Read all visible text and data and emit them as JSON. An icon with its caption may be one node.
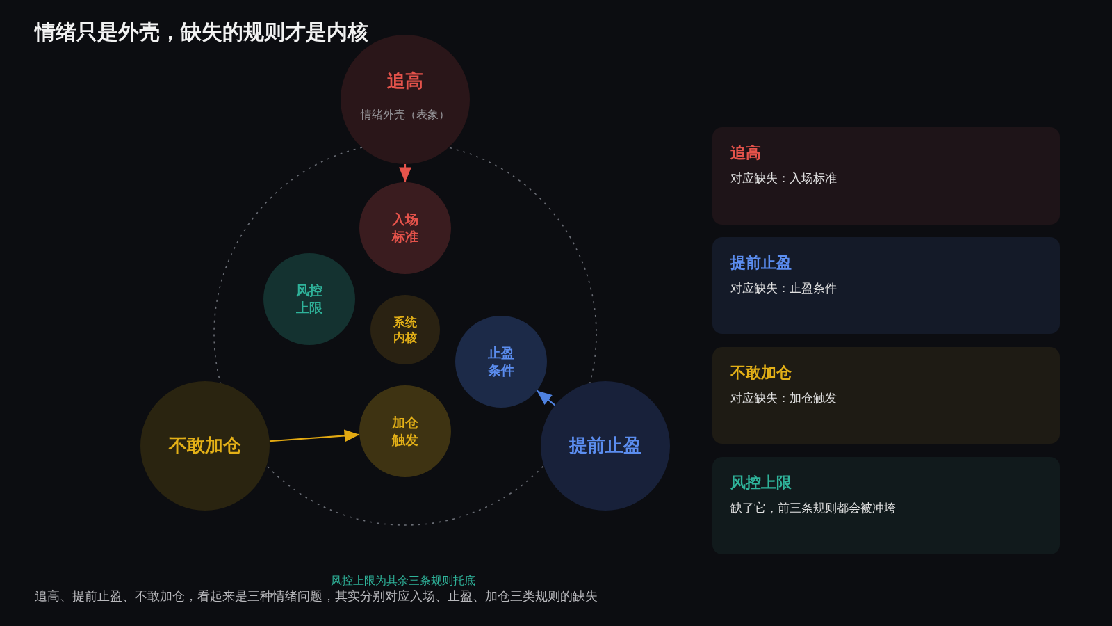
{
  "diagram": {
    "title": "情绪只是外壳，缺失的规则才是内核",
    "caption": "追高、提前止盈、不敢加仓，看起来是三种情绪问题，其实分别对应入场、止盈、加仓三类规则的缺失",
    "nodes": [
      {
        "text": [
          "追高",
          "情绪外壳（表象）"
        ]
      },
      {
        "text": [
          "入场标准"
        ]
      },
      {
        "text": [
          "风控上限"
        ]
      },
      {
        "text": [
          "系统内核"
        ]
      },
      {
        "text": [
          "止盈条件"
        ]
      },
      {
        "text": [
          "加仓触发"
        ]
      },
      {
        "text": [
          "不敢加仓"
        ]
      },
      {
        "text": [
          "提前止盈"
        ]
      },
      {
        "text": [
          "追高",
          "对应缺失：入场标准"
        ]
      },
      {
        "text": [
          "提前止盈",
          "对应缺失：止盈条件"
        ]
      },
      {
        "text": [
          "不敢加仓",
          "对应缺失：加仓触发"
        ]
      },
      {
        "text": [
          "风控上限",
          "缺了它，前三条规则都会被冲垮"
        ]
      }
    ],
    "edges": [
      {
        "from": 0,
        "to": 1,
        "arrow": "to",
        "color": "#e5534b"
      },
      {
        "from": 6,
        "to": 5,
        "arrow": "to",
        "color": "#e3a912"
      },
      {
        "from": 7,
        "to": 4,
        "arrow": "to",
        "color": "#4f82e0"
      }
    ],
    "labels": [
      "风控上限为其余三条规则托底"
    ]
  }
}
